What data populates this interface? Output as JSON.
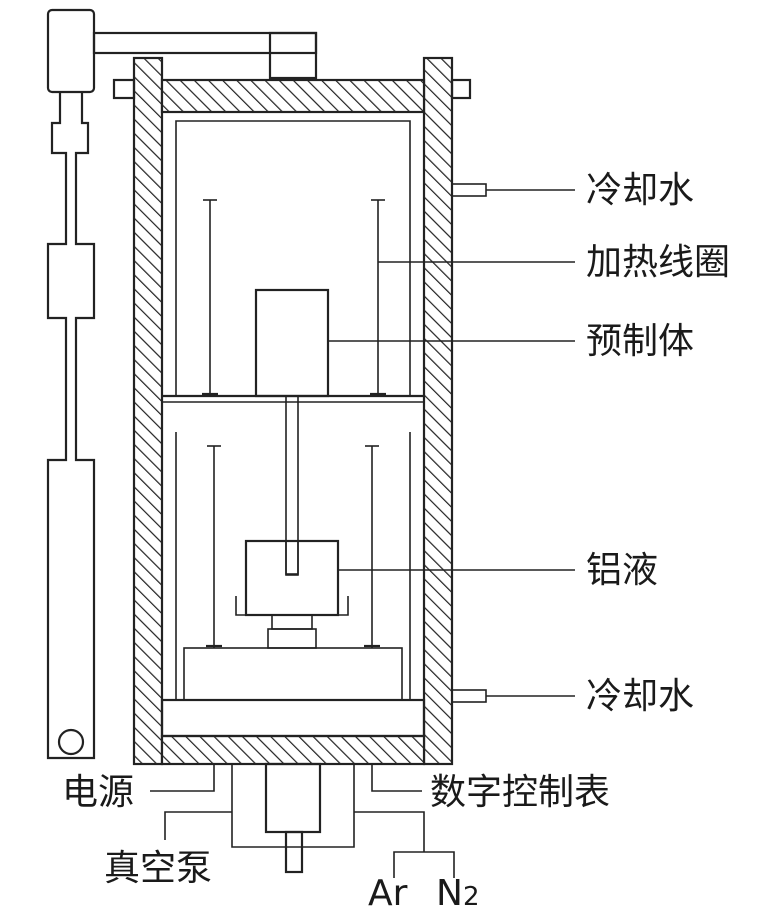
{
  "labels": {
    "cooling_water_top": "冷却水",
    "heating_coil": "加热线圈",
    "preform": "预制体",
    "aluminum_melt": "铝液",
    "cooling_water_bottom": "冷却水",
    "power_supply": "电源",
    "digital_controller": "数字控制表",
    "vacuum_pump": "真空泵",
    "argon": "Ar",
    "nitrogen": "N",
    "nitrogen_subscript": "2"
  },
  "colors": {
    "line": "#222222",
    "background": "#ffffff",
    "text": "#1a1a1a"
  }
}
